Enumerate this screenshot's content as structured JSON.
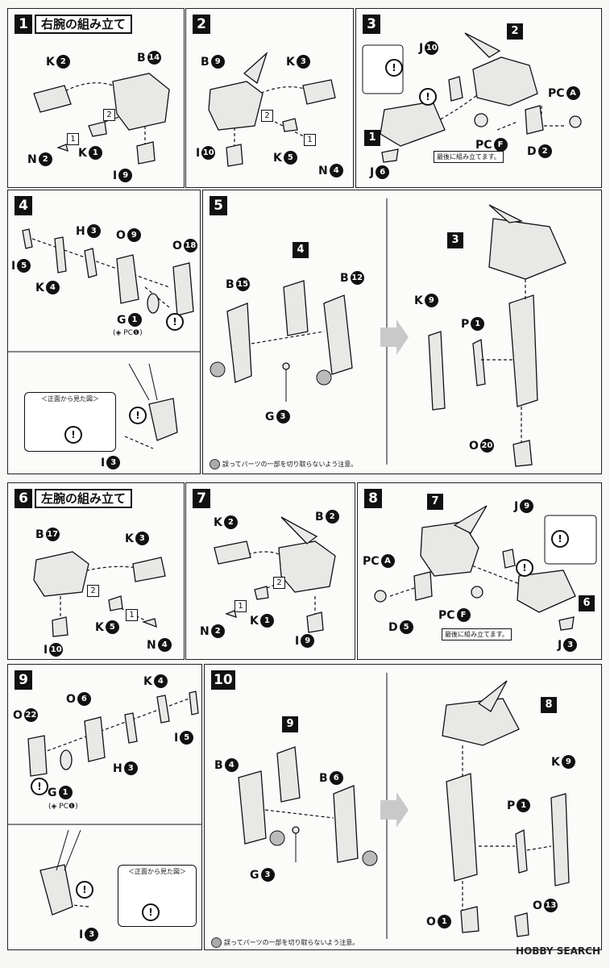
{
  "steps": [
    {
      "num": "1",
      "title": "右腕の組み立て"
    },
    {
      "num": "2",
      "title": ""
    },
    {
      "num": "3",
      "title": ""
    },
    {
      "num": "4",
      "title": ""
    },
    {
      "num": "5",
      "title": ""
    },
    {
      "num": "6",
      "title": "左腕の組み立て"
    },
    {
      "num": "7",
      "title": ""
    },
    {
      "num": "8",
      "title": ""
    },
    {
      "num": "9",
      "title": ""
    },
    {
      "num": "10",
      "title": ""
    }
  ],
  "labels": {
    "p1": [
      [
        "K",
        "2"
      ],
      [
        "B",
        "14"
      ],
      [
        "N",
        "2"
      ],
      [
        "K",
        "1"
      ],
      [
        "I",
        "9"
      ]
    ],
    "p2": [
      [
        "B",
        "9"
      ],
      [
        "K",
        "3"
      ],
      [
        "I",
        "10"
      ],
      [
        "K",
        "5"
      ],
      [
        "N",
        "4"
      ]
    ],
    "p3": [
      [
        "J",
        "10"
      ],
      [
        "PC",
        "A"
      ],
      [
        "PC",
        "F"
      ],
      [
        "D",
        "2"
      ],
      [
        "J",
        "6"
      ]
    ],
    "p4": [
      [
        "H",
        "3"
      ],
      [
        "O",
        "9"
      ],
      [
        "O",
        "18"
      ],
      [
        "I",
        "5"
      ],
      [
        "K",
        "4"
      ],
      [
        "G",
        "1"
      ],
      [
        "I",
        "3"
      ]
    ],
    "p5": [
      [
        "B",
        "15"
      ],
      [
        "B",
        "12"
      ],
      [
        "G",
        "3"
      ],
      [
        "K",
        "9"
      ],
      [
        "P",
        "1"
      ],
      [
        "O",
        "20"
      ]
    ],
    "p6": [
      [
        "B",
        "17"
      ],
      [
        "K",
        "3"
      ],
      [
        "I",
        "10"
      ],
      [
        "K",
        "5"
      ],
      [
        "N",
        "4"
      ]
    ],
    "p7": [
      [
        "K",
        "2"
      ],
      [
        "B",
        "2"
      ],
      [
        "N",
        "2"
      ],
      [
        "K",
        "1"
      ],
      [
        "I",
        "9"
      ]
    ],
    "p8": [
      [
        "J",
        "9"
      ],
      [
        "PC",
        "A"
      ],
      [
        "PC",
        "F"
      ],
      [
        "D",
        "5"
      ],
      [
        "J",
        "3"
      ]
    ],
    "p9": [
      [
        "K",
        "4"
      ],
      [
        "O",
        "6"
      ],
      [
        "O",
        "22"
      ],
      [
        "I",
        "5"
      ],
      [
        "H",
        "3"
      ],
      [
        "G",
        "1"
      ],
      [
        "I",
        "3"
      ]
    ],
    "p10": [
      [
        "B",
        "4"
      ],
      [
        "B",
        "6"
      ],
      [
        "G",
        "3"
      ],
      [
        "K",
        "9"
      ],
      [
        "P",
        "1"
      ],
      [
        "O",
        "1"
      ],
      [
        "O",
        "13"
      ]
    ]
  },
  "subassembly_refs": {
    "p3_ref2": "2",
    "p3_ref1": "1",
    "p5_ref4": "4",
    "p5_ref3": "3",
    "p8_ref7": "7",
    "p8_ref6": "6",
    "p10_ref9": "9",
    "p10_ref8": "8"
  },
  "order_marks": {
    "one": "1",
    "two": "2"
  },
  "notes": {
    "last_assembly": "最後に組み立てます。",
    "front_view": "＜正面から見た図＞",
    "pc_note": "(◈ PC❶)",
    "caution": "誤ってパーツの一部を切り取らないよう注意。",
    "warning_mark": "!"
  },
  "watermark": "HOBBY SEARCH"
}
